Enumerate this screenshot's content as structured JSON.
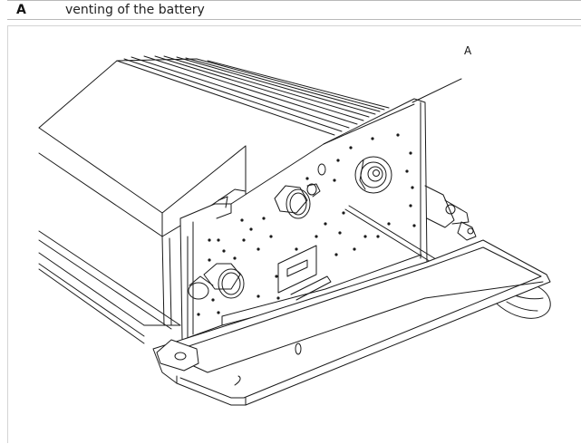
{
  "legend": {
    "key": "A",
    "description": "venting of the battery"
  },
  "figure": {
    "callout_label": "A"
  }
}
